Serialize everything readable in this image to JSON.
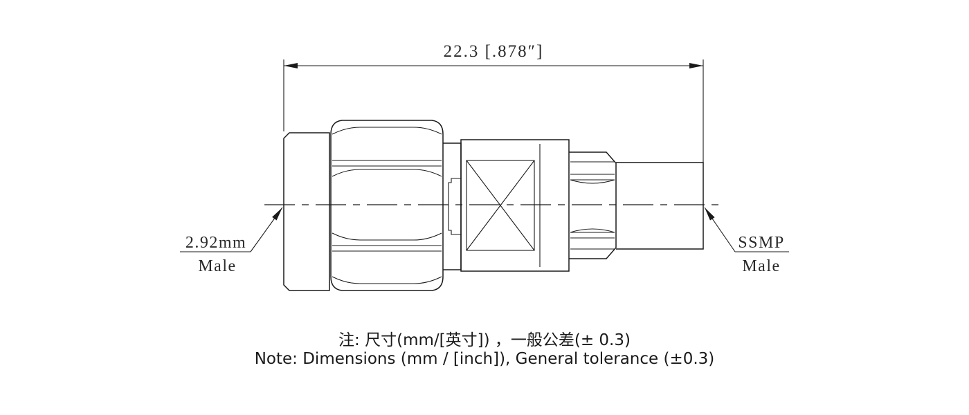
{
  "dimension": {
    "length_label": "22.3 [.878″]"
  },
  "left_end": {
    "connector": "2.92mm",
    "gender": "Male"
  },
  "right_end": {
    "connector": "SSMP",
    "gender": "Male"
  },
  "notes": {
    "chinese": "注: 尺寸(mm/[英寸]) ，一般公差(± 0.3)",
    "english": "Note: Dimensions (mm / [inch]), General tolerance (±0.3)"
  }
}
